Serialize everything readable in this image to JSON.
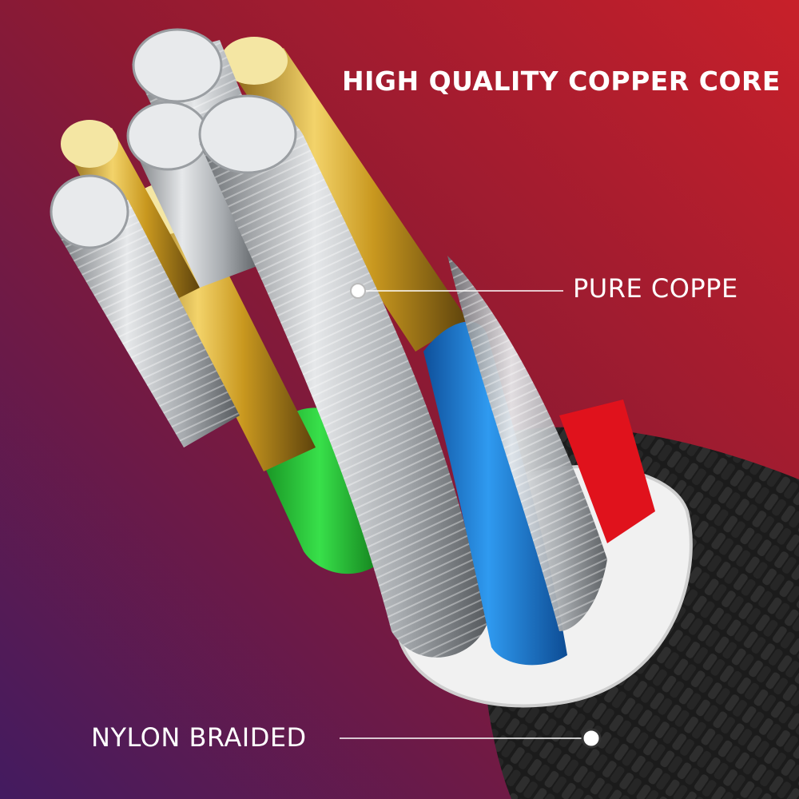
{
  "headline": "HIGH QUALITY COPPER CORE",
  "callouts": {
    "pure_copper": "PURE COPPE",
    "nylon_braided": "NYLON BRAIDED"
  },
  "colors": {
    "background_top_right": "#c31d28",
    "background_bottom_left": "#4a1c63",
    "gold_wire": "#d8b03a",
    "silver_wire": "#bfc3c6",
    "insulation_blue": "#1f86d8",
    "insulation_green": "#22c53a",
    "insulation_red": "#e0121c",
    "inner_sleeve": "#f0f0f0",
    "outer_braid": "#1c1c1c",
    "text": "#ffffff"
  }
}
